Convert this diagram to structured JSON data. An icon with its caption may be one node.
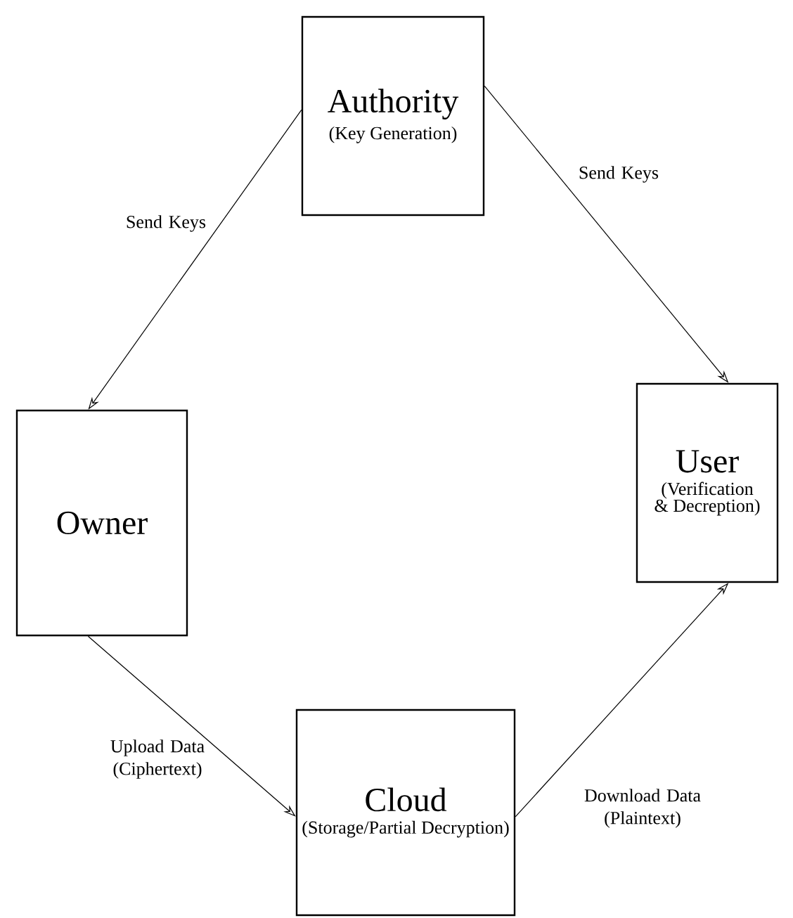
{
  "diagram": {
    "nodes": [
      {
        "text": [
          "Authority",
          "(Key Generation)"
        ]
      },
      {
        "text": [
          "Owner"
        ]
      },
      {
        "text": [
          "User",
          "(Verification & Decreption)"
        ]
      },
      {
        "text": [
          "Cloud",
          "(Storage/Partial Decryption)"
        ]
      }
    ],
    "edges": [
      {
        "from": 0,
        "to": 1,
        "arrow": "to",
        "label": "Send Keys"
      },
      {
        "from": 0,
        "to": 2,
        "arrow": "to",
        "label": "Send Keys"
      },
      {
        "from": 1,
        "to": 3,
        "arrow": "to",
        "label": "Upload Data (Ciphertext)"
      },
      {
        "from": 3,
        "to": 2,
        "arrow": "to",
        "label": "Download Data (Plaintext)"
      }
    ]
  }
}
